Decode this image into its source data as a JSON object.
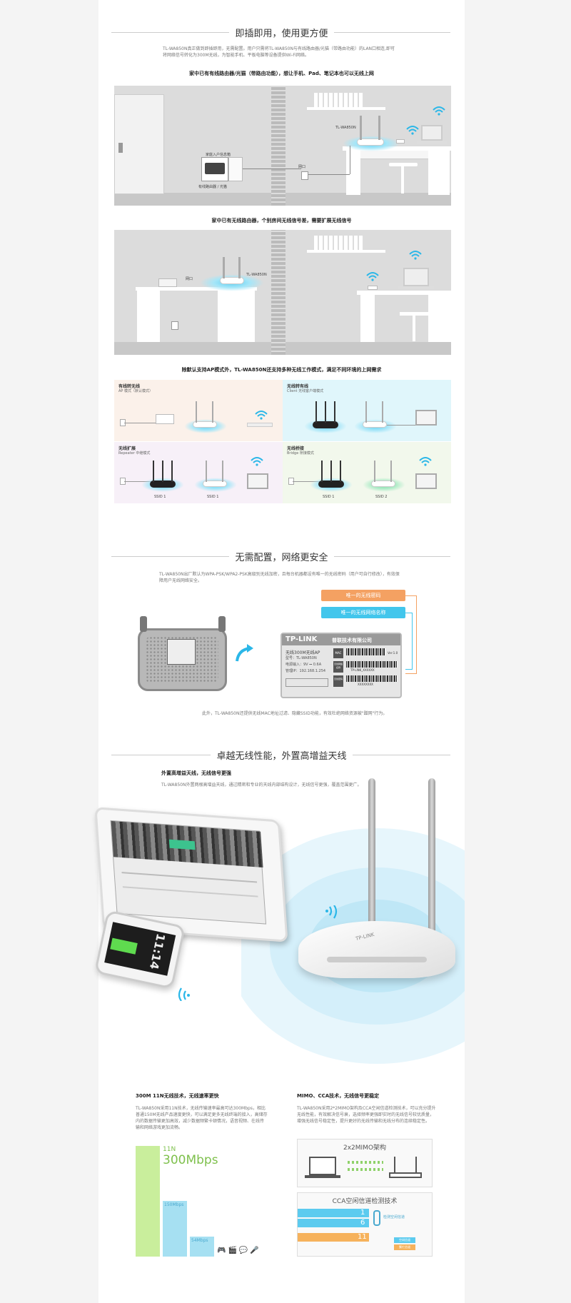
{
  "section1": {
    "title": "即插即用，使用更方便",
    "desc": "TL-WA850N真正做到即插即用，无需配置。用户只需将TL-WA850N与有线路由器/光猫（带路由功能）的LAN口相连,即可将网络信号转化为300M无线，为智能手机、平板电脑等设备提供Wi-Fi网络。",
    "scene1_caption": "家中已有有线路由器/光猫（带路由功能），想让手机、Pad、笔记本也可以无线上网",
    "scene1_labels": {
      "product": "TL-WA850N",
      "panel_label": "家庭入户信息箱",
      "modem_label": "有线路由器 / 光猫",
      "lan_label": "网口"
    },
    "scene2_caption": "家中已有无线路由器，个别房间无线信号差，需要扩展无线信号",
    "scene2_labels": {
      "lan_label": "网口",
      "product": "TL-WA850N"
    },
    "modes_caption": "除默认支持AP模式外，TL-WA850N还支持多种无线工作模式，满足不同环境的上网需求",
    "modes": [
      {
        "title": "有线转无线",
        "subtitle": "AP 模式（默认模式）",
        "bg": "#fbf1ea"
      },
      {
        "title": "无线转有线",
        "subtitle": "Client 无线客户端模式",
        "bg": "#e0f6fb"
      },
      {
        "title": "无线扩展",
        "subtitle": "Repeater 中继模式",
        "bg": "#f7f0f8",
        "ssid_a": "SSID 1",
        "ssid_b": "SSID 1"
      },
      {
        "title": "无线桥接",
        "subtitle": "Bridge 桥接模式",
        "bg": "#f2f8ec",
        "ssid_a": "SSID 1",
        "ssid_b": "SSID 2"
      }
    ]
  },
  "section2": {
    "title": "无需配置，网络更安全",
    "desc": "TL-WA850N出厂默认为WPA-PSK/WPA2-PSK高级别无线加密，且每台机器都设有唯一的无线密码（用户可自行修改），有效保障用户无线网络安全。",
    "tag_password": "唯一的无线密码",
    "tag_ssid": "唯一的无线网络名称",
    "label": {
      "brand": "TP-LINK",
      "company": "普联技术有限公司",
      "product_name": "无线300M无线AP",
      "model_line": "型号：TL-WA850N",
      "power_line": "电源输入：9V ⎓ 0.6A",
      "address_line": "管理IP：192.168.1.254",
      "ver": "Ver:1.0",
      "mac_tag": "MAC",
      "wifi_tag": "无线网络名称",
      "pwd_tag": "无线密码",
      "ssid_text": "TP-LINK_XXXXXX",
      "pwd_text": "XXXXXXXX"
    },
    "footnote": "此外，TL-WA850N还提供无线MAC地址过滤、隐藏SSID功能，有效杜绝网络资源被\"蹭网\"行为。"
  },
  "section3": {
    "title": "卓越无线性能，外置高增益天线",
    "subtitle": "外置高增益天线，无线信号更强",
    "desc": "TL-WA850N外置两根高增益天线，通过精密和专业的天线内部结构设计，无线信号更强，覆盖范围更广。",
    "phone_time": "11:14",
    "router_brand": "TP-LINK"
  },
  "section4": {
    "left_title": "300M 11N无线技术，无线速率更快",
    "left_desc": "TL-WA850N采用11N技术，无线传输速率最高可达300Mbps，相比普通150M无线产品速度更快，可以满足更多无线终端的接入，高储存内的数据传输更加高效，减少数据频繁卡顿情况，语音视频、在线传输和网络游戏更加流畅。",
    "bars": [
      {
        "label_top": "11N",
        "label": "300Mbps",
        "value": 300,
        "color": "#c9ee9c"
      },
      {
        "label": "150Mbps",
        "value": 150,
        "color": "#a6e0f2"
      },
      {
        "label": "54Mbps",
        "value": 54,
        "color": "#a6e0f2"
      }
    ],
    "right_title": "MIMO、CCA技术，无线信号更稳定",
    "right_desc": "TL-WA850N采用2*2MIMO架构及CCA空闲信道检测技术，可以充分提升无线性能，有效解决信号衰，选择频率更强即实时的无线信号较优质量，增强无线信号稳定性，提升更好的无线传输和无线分布的连续稳定性。",
    "mimo_title": "2x2MIMO架构",
    "cca_title": "CCA空闲信道检测技术",
    "cca_channels": [
      "1",
      "6",
      "11"
    ],
    "cca_tag_idle": "检测空闲信道",
    "cca_tags": [
      "空闲信道",
      "繁忙信道"
    ]
  },
  "colors": {
    "accent_orange": "#f4a162",
    "accent_cyan": "#42c6ec",
    "dark": "#2f3b47",
    "bar_green": "#c9ee9c",
    "bar_blue": "#a6e0f2"
  }
}
